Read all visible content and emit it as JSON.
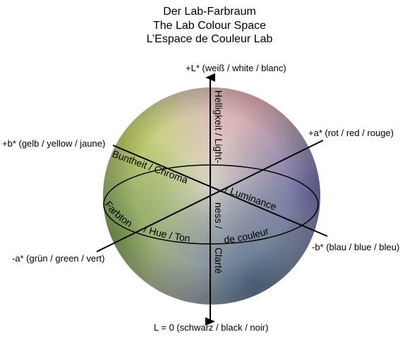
{
  "title": {
    "de": "Der Lab-Farbraum",
    "en": "The Lab Colour Space",
    "fr": "L’Espace de Couleur Lab"
  },
  "axes": {
    "l_top": "+L* (weiß / white / blanc)",
    "l_bottom": "L = 0 (schwarz / black / noir)",
    "a_pos": "+a* (rot / red / rouge)",
    "a_neg": "-a* (grün / green / vert)",
    "b_pos": "+b* (gelb / yellow / jaune)",
    "b_neg": "-b* (blau / blue / bleu)"
  },
  "sphere_labels": {
    "lightness_upper": "Helligkeit / Light-",
    "lightness_lower_1": "ness /",
    "lightness_lower_2": "Clarté",
    "chroma": "Buntheit / Chroma",
    "luminance": "/ Luminance",
    "hue_1": "Farbton",
    "hue_2": "/ Hue / Ton",
    "hue_3": "de couleur"
  },
  "colors": {
    "yellow_green": "#c3d25c",
    "pink": "#d9a3a8",
    "blue_violet": "#6c6aa6",
    "green": "#7ea44e",
    "slate_blue": "#4f6b8c",
    "lines": "#000000"
  }
}
